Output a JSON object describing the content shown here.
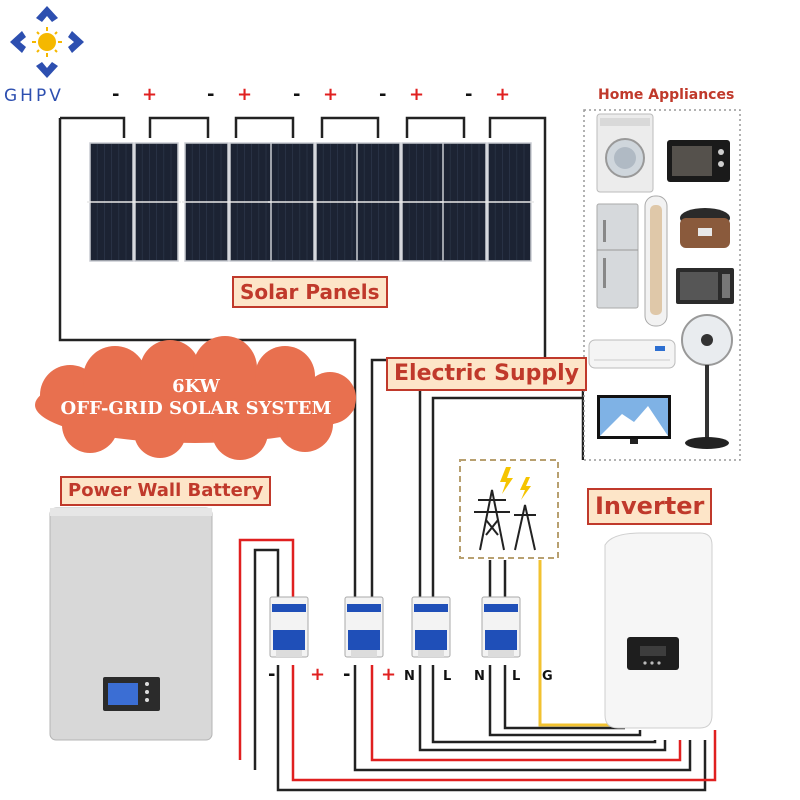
{
  "brand": {
    "logo_text": "GHPV"
  },
  "labels": {
    "solar_panels": "Solar Panels",
    "electric_supply": "Electric Supply",
    "home_appliances": "Home Appliances",
    "power_wall_battery": "Power Wall Battery",
    "inverter": "Inverter",
    "system_line1": "6KW",
    "system_line2": "OFF-GRID SOLAR SYSTEM"
  },
  "panel_polarity": {
    "minus": "-",
    "plus": "+"
  },
  "breaker_terminals": {
    "battery_minus": "-",
    "battery_plus": "+",
    "pv_minus": "-",
    "pv_plus": "+",
    "supply_n": "N",
    "supply_l": "L",
    "grid_n": "N",
    "grid_l": "L",
    "grid_g": "G"
  },
  "colors": {
    "accent_red": "#c0392b",
    "label_bg": "#fde5c8",
    "cloud": "#e8704f",
    "wire_red": "#e02020",
    "wire_dark": "#222222",
    "wire_yellow": "#f2c230",
    "breaker_blue": "#1f4fb8",
    "logo_blue": "#2d4fb0",
    "logo_yellow": "#f5b800"
  }
}
